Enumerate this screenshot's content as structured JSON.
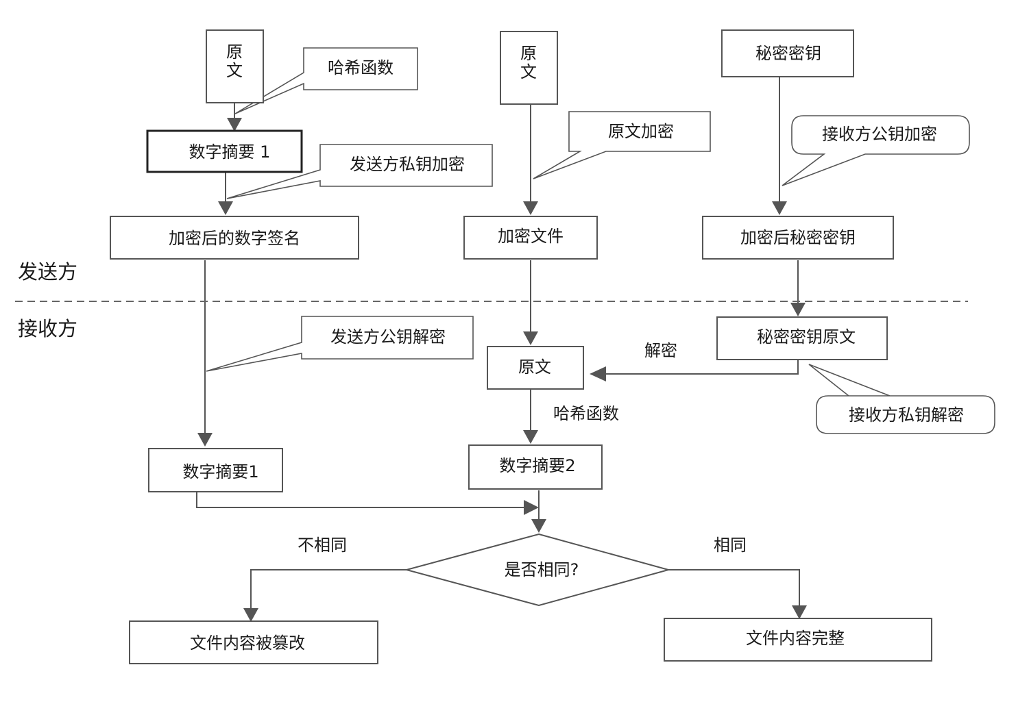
{
  "side_labels": {
    "sender": "发送方",
    "receiver": "接收方"
  },
  "nodes": {
    "plaintext_a": "原文",
    "hash_fn_a": "哈希函数",
    "digest_1_top": "数字摘要 1",
    "signer_private_key_encrypt": "发送方私钥加密",
    "encrypted_signature": "加密后的数字签名",
    "plaintext_b": "原文",
    "plaintext_encrypt": "原文加密",
    "encrypted_file": "加密文件",
    "secret_key": "秘密密钥",
    "receiver_public_key_encrypt": "接收方公钥加密",
    "encrypted_secret_key": "加密后秘密密钥",
    "sender_public_key_decrypt": "发送方公钥解密",
    "secret_key_plain": "秘密密钥原文",
    "decrypt": "解密",
    "plaintext_c": "原文",
    "receiver_private_key_decrypt": "接收方私钥解密",
    "hash_fn_b": "哈希函数",
    "digest_1_bottom": "数字摘要1",
    "digest_2": "数字摘要2",
    "compare": "是否相同?",
    "not_same": "不相同",
    "same": "相同",
    "tampered": "文件内容被篡改",
    "intact": "文件内容完整"
  }
}
